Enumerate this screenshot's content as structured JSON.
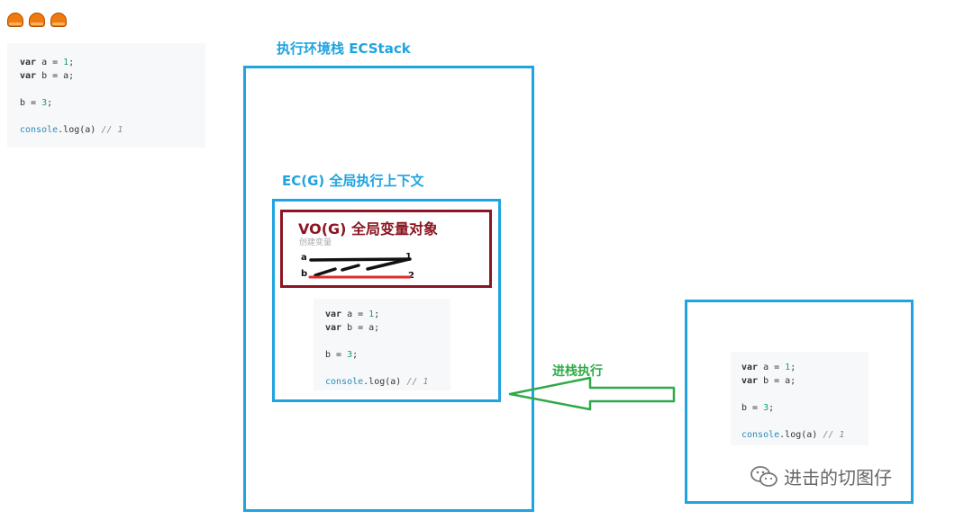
{
  "code": {
    "lines": [
      {
        "kw": "var",
        "rest": " a = ",
        "num": "1",
        "end": ";"
      },
      {
        "kw": "var",
        "rest": " b = a;",
        "num": "",
        "end": ""
      },
      {
        "blank": true
      },
      {
        "plain": "b = ",
        "num": "3",
        "end": ";"
      },
      {
        "blank": true
      },
      {
        "fn": "console",
        "rest": ".log(a) ",
        "comment": "// 1"
      }
    ]
  },
  "labels": {
    "ecstack": "执行环境栈 ECStack",
    "ecg": "EC(G) 全局执行上下文",
    "vog": "VO(G) 全局变量对象",
    "create_var": "创建变量",
    "push_exec": "进栈执行",
    "watermark": "进击的切图仔"
  },
  "vars": {
    "a_name": "a",
    "b_name": "b",
    "a_value": "1",
    "b_value": "2"
  },
  "colors": {
    "blue": "#1fa4e0",
    "darkred": "#8b1522",
    "green": "#2faa48",
    "orange": "#f07a0e"
  }
}
